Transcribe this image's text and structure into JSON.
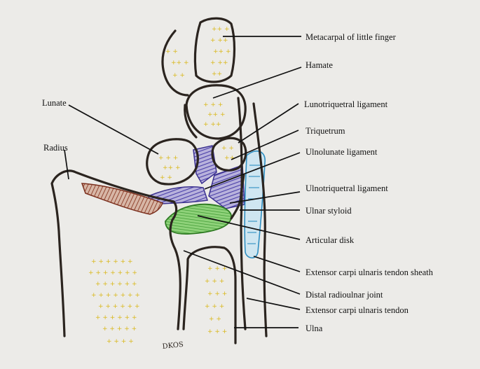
{
  "labels": {
    "metacarpal": "Metacarpal of little finger",
    "hamate": "Hamate",
    "lunotriquetral_ligament": "Lunotriquetral ligament",
    "triquetrum": "Triquetrum",
    "ulnolunate_ligament": "Ulnolunate ligament",
    "ulnotriquetral_ligament": "Ulnotriquetral ligament",
    "ulnar_styloid": "Ulnar styloid",
    "articular_disk": "Articular disk",
    "ecu_tendon_sheath": "Extensor carpi ulnaris tendon sheath",
    "distal_radioulnar_joint": "Distal radioulnar joint",
    "ecu_tendon": "Extensor carpi ulnaris tendon",
    "ulna": "Ulna",
    "lunate": "Lunate",
    "radius": "Radius"
  },
  "signature": "DKOS",
  "colors": {
    "paper": "#ecebe8",
    "bone_outline": "#2b241f",
    "bone_marrow": "#e3c229",
    "ligament_purple": "#5b4fb0",
    "disk_green": "#6bbf4a",
    "muscle_brown": "#8b3a24",
    "sheath_blue": "#3ba0d0"
  }
}
